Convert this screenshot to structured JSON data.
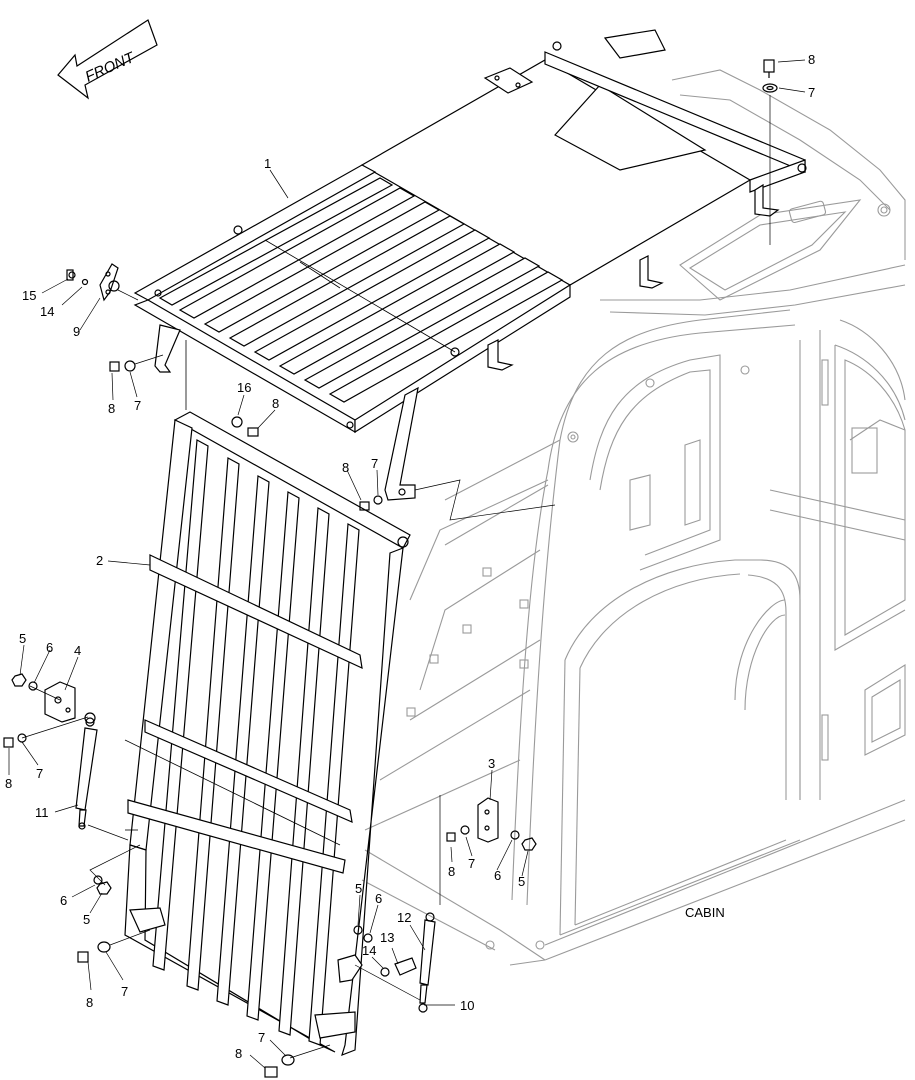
{
  "front_label": "FRONT",
  "cabin_label": "CABIN",
  "callouts": [
    {
      "id": "c1",
      "text": "1"
    },
    {
      "id": "c2",
      "text": "2"
    },
    {
      "id": "c3",
      "text": "3"
    },
    {
      "id": "c4",
      "text": "4"
    },
    {
      "id": "c5a",
      "text": "5"
    },
    {
      "id": "c5b",
      "text": "5"
    },
    {
      "id": "c5c",
      "text": "5"
    },
    {
      "id": "c5d",
      "text": "5"
    },
    {
      "id": "c6a",
      "text": "6"
    },
    {
      "id": "c6b",
      "text": "6"
    },
    {
      "id": "c6c",
      "text": "6"
    },
    {
      "id": "c6d",
      "text": "6"
    },
    {
      "id": "c7a",
      "text": "7"
    },
    {
      "id": "c7b",
      "text": "7"
    },
    {
      "id": "c7c",
      "text": "7"
    },
    {
      "id": "c7d",
      "text": "7"
    },
    {
      "id": "c7e",
      "text": "7"
    },
    {
      "id": "c7f",
      "text": "7"
    },
    {
      "id": "c7g",
      "text": "7"
    },
    {
      "id": "c8a",
      "text": "8"
    },
    {
      "id": "c8b",
      "text": "8"
    },
    {
      "id": "c8c",
      "text": "8"
    },
    {
      "id": "c8d",
      "text": "8"
    },
    {
      "id": "c8e",
      "text": "8"
    },
    {
      "id": "c8f",
      "text": "8"
    },
    {
      "id": "c8g",
      "text": "8"
    },
    {
      "id": "c8h",
      "text": "8"
    },
    {
      "id": "c9",
      "text": "9"
    },
    {
      "id": "c10",
      "text": "10"
    },
    {
      "id": "c11",
      "text": "11"
    },
    {
      "id": "c12",
      "text": "12"
    },
    {
      "id": "c13",
      "text": "13"
    },
    {
      "id": "c14a",
      "text": "14"
    },
    {
      "id": "c14b",
      "text": "14"
    },
    {
      "id": "c15",
      "text": "15"
    },
    {
      "id": "c16",
      "text": "16"
    }
  ]
}
